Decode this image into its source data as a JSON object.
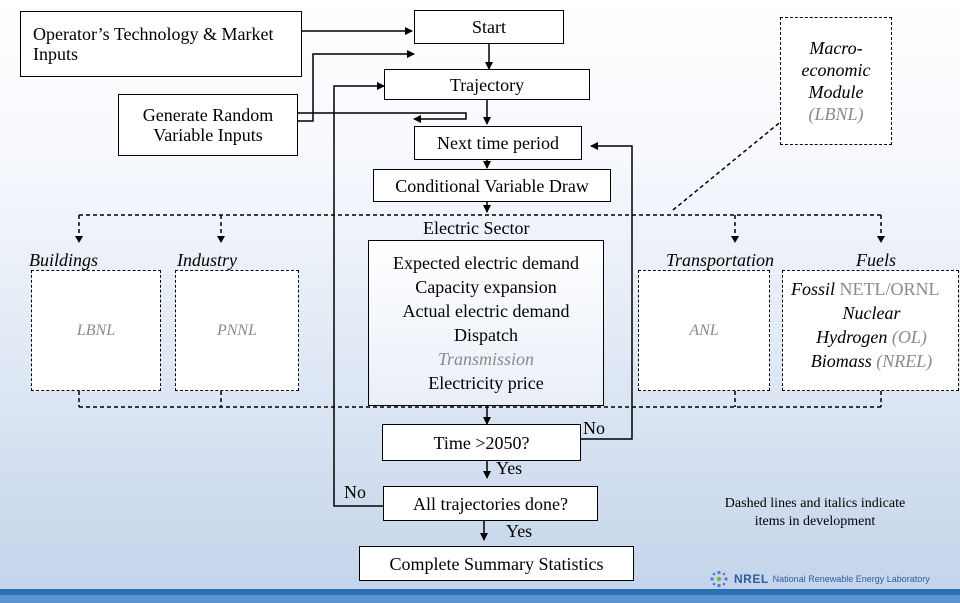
{
  "inputs": {
    "operator": "Operator’s Technology & Market Inputs",
    "random": "Generate Random Variable Inputs"
  },
  "flow": {
    "start": "Start",
    "trajectory": "Trajectory",
    "next_period": "Next time period",
    "conditional_draw": "Conditional Variable Draw",
    "electric_sector": "Electric Sector",
    "electric_lines": [
      "Expected electric demand",
      "Capacity expansion",
      "Actual electric demand",
      "Dispatch",
      "Transmission",
      "Electricity price"
    ],
    "time_check": "Time >2050?",
    "all_done": "All trajectories done?",
    "summary": "Complete Summary Statistics",
    "yes1": "Yes",
    "yes2": "Yes",
    "no1": "No",
    "no2": "No"
  },
  "macro": {
    "lines": [
      "Macro-",
      "economic",
      "Module"
    ],
    "lab": "(LBNL)"
  },
  "sectors": {
    "buildings": {
      "title": "Buildings",
      "lab": "LBNL"
    },
    "industry": {
      "title": "Industry",
      "lab": "PNNL"
    },
    "transportation": {
      "title": "Transportation",
      "lab": "ANL"
    },
    "fuels": {
      "title": "Fuels",
      "fossil": "Fossil",
      "fossil_lab": "NETL/ORNL",
      "nuclear": "Nuclear",
      "hydrogen": "Hydrogen",
      "hydrogen_lab": "(OL)",
      "biomass": "Biomass",
      "biomass_lab": "(NREL)"
    }
  },
  "note": [
    "Dashed lines and italics indicate",
    "items in development"
  ],
  "footer": {
    "logo_mark": "NREL",
    "org": "National Renewable Energy Laboratory"
  }
}
